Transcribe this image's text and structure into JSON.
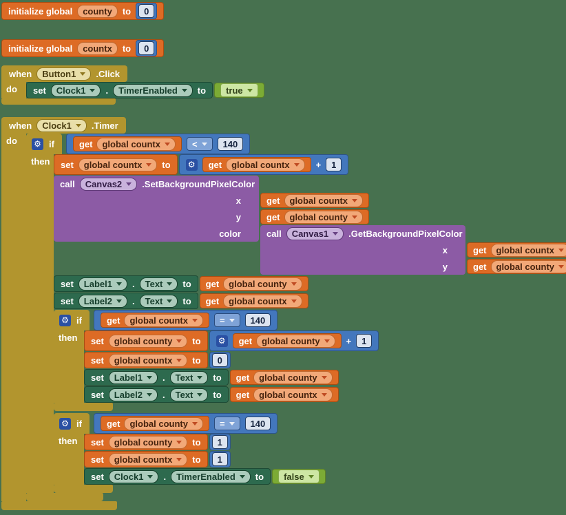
{
  "canvas": {
    "background_color": "#47714F"
  },
  "palette": {
    "variable_block": "#DD6B25",
    "math_block": "#4377BD",
    "control_block": "#B2952E",
    "component_setter_block": "#2D6A4E",
    "logic_block": "#7CAB35",
    "method_call_block": "#8C5BA5",
    "mutator_icon_bg": "#2A50A3"
  },
  "icons": {
    "mutator_gear": "⚙"
  },
  "keywords": {
    "initialize_global": "initialize global",
    "to": "to",
    "when": "when",
    "do": "do",
    "if": "if",
    "then": "then",
    "set": "set",
    "get": "get",
    "call": "call",
    "dot": ".",
    "plus": "+"
  },
  "variables": {
    "county": "county",
    "countx": "countx",
    "global_county": "global county",
    "global_countx": "global countx"
  },
  "components": {
    "button1": "Button1",
    "clock1": "Clock1",
    "canvas1": "Canvas1",
    "canvas2": "Canvas2",
    "label1": "Label1",
    "label2": "Label2"
  },
  "events": {
    "click": ".Click",
    "timer": ".Timer"
  },
  "properties": {
    "timer_enabled": "TimerEnabled",
    "text": "Text"
  },
  "methods": {
    "set_background_pixel_color": ".SetBackgroundPixelColor",
    "get_background_pixel_color": ".GetBackgroundPixelColor"
  },
  "arg_labels": {
    "x": "x",
    "y": "y",
    "color": "color"
  },
  "operators": {
    "less_than": "<",
    "equals": "="
  },
  "values": {
    "zero": "0",
    "one": "1",
    "limit": "140",
    "bool_true": "true",
    "bool_false": "false"
  }
}
